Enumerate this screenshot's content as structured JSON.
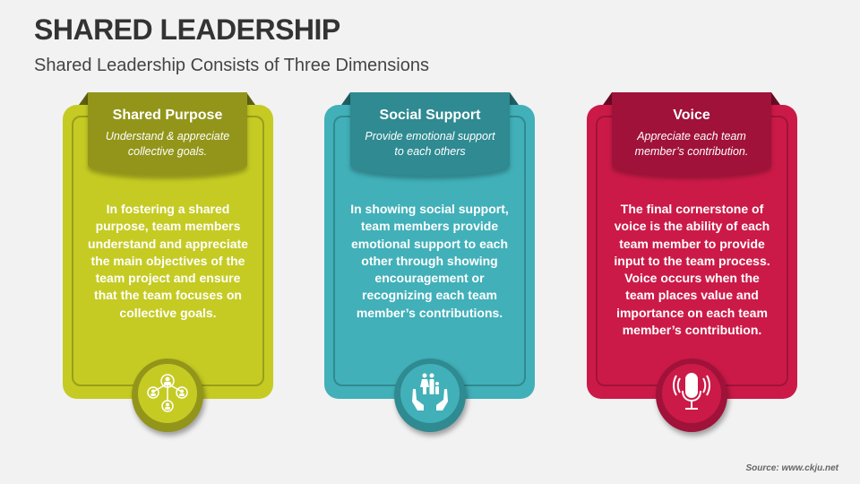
{
  "header": {
    "title": "SHARED LEADERSHIP",
    "subtitle": "Shared Leadership Consists of Three Dimensions"
  },
  "cards": [
    {
      "heading": "Shared Purpose",
      "tagline": "Understand & appreciate collective goals.",
      "body": "In fostering a shared purpose, team members understand and appreciate the main objectives of the team project and ensure that the team focuses on collective goals.",
      "icon": "network-people-icon",
      "color": "#c5cb23",
      "dark": "#93951a"
    },
    {
      "heading": "Social Support",
      "tagline": "Provide emotional support to each others",
      "body": "In showing social support, team members provide emotional support to each other through showing encouragement or recognizing each team member’s contributions.",
      "icon": "family-hands-icon",
      "color": "#41b0b9",
      "dark": "#2f8a91"
    },
    {
      "heading": "Voice",
      "tagline": "Appreciate each team member’s contribution.",
      "body": "The final cornerstone of voice is the ability of each team member to provide input to the team process. Voice occurs when the team places value and importance on each team member’s contribution.",
      "icon": "microphone-icon",
      "color": "#cc1a48",
      "dark": "#a0123a"
    }
  ],
  "footer": {
    "source": "Source: www.ckju.net"
  }
}
